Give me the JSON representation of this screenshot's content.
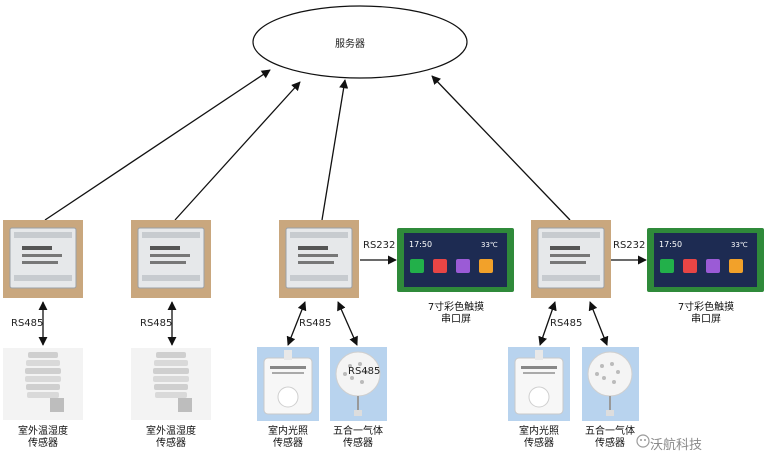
{
  "server": {
    "label": "服务器"
  },
  "links": {
    "rs485": "RS485",
    "rs232": "RS232"
  },
  "screens": [
    {
      "line1": "7寸彩色触摸",
      "line2": "串口屏",
      "time": "17:50",
      "temp": "33℃"
    },
    {
      "line1": "7寸彩色触摸",
      "line2": "串口屏",
      "time": "17:50",
      "temp": "33℃"
    }
  ],
  "sensors": [
    {
      "line1": "室外温湿度",
      "line2": "传感器"
    },
    {
      "line1": "室外温湿度",
      "line2": "传感器"
    },
    {
      "line1": "室内光照",
      "line2": "传感器"
    },
    {
      "line1": "五合一气体",
      "line2": "传感器"
    },
    {
      "line1": "室内光照",
      "line2": "传感器"
    },
    {
      "line1": "五合一气体",
      "line2": "传感器"
    }
  ],
  "watermark": "沃航科技",
  "colors": {
    "module_bg": "#c9a77e",
    "module_body": "#e6e8ea",
    "screen_frame": "#2f8a3a",
    "screen_bg": "#1d2b52",
    "sensor_bg": "#b8d3ee"
  }
}
